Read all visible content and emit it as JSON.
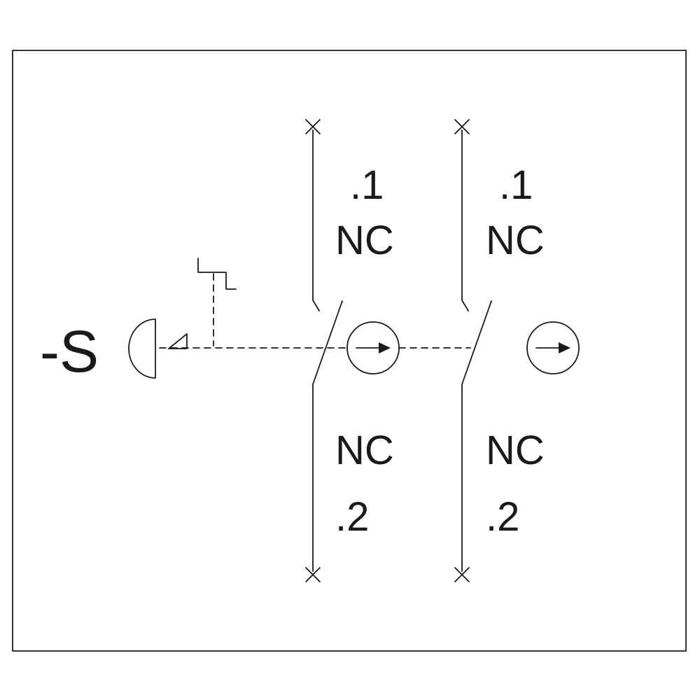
{
  "schematic": {
    "device_label": "-S",
    "poles": [
      {
        "top_terminal": ".1",
        "top_type": "NC",
        "bottom_type": "NC",
        "bottom_terminal": ".2"
      },
      {
        "top_terminal": ".1",
        "top_type": "NC",
        "bottom_type": "NC",
        "bottom_terminal": ".2"
      }
    ]
  },
  "icons": {
    "actuator": "mushroom-pushbutton",
    "latch": "latch-release-symbol",
    "pawl": "pawl-triangle",
    "arrow_circle": "actuation-direction-arrow",
    "terminal": "terminal-cross"
  },
  "colors": {
    "line": "#1a1a1a",
    "background": "#ffffff"
  }
}
